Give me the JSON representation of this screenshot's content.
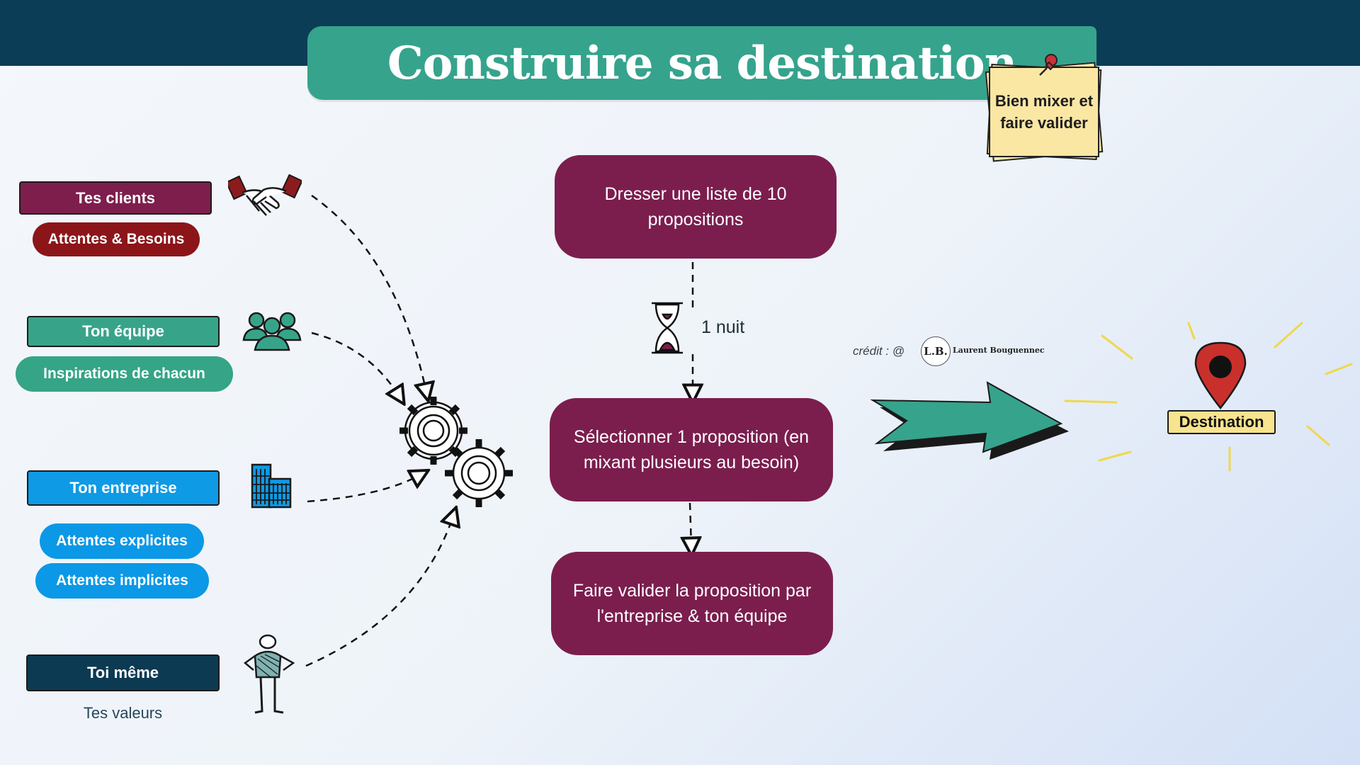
{
  "title": "Construire sa destination",
  "sticky_note": {
    "text": "Bien mixer et faire valider"
  },
  "sources": [
    {
      "label": "Tes clients",
      "sublabels": [
        "Attentes & Besoins"
      ],
      "color": "#7e1e4d",
      "icon": "handshake-icon"
    },
    {
      "label": "Ton équipe",
      "sublabels": [
        "Inspirations de chacun"
      ],
      "color": "#37a489",
      "icon": "team-icon"
    },
    {
      "label": "Ton entreprise",
      "sublabels": [
        "Attentes explicites",
        "Attentes implicites"
      ],
      "color": "#0e9ae5",
      "icon": "building-icon"
    },
    {
      "label": "Toi même",
      "sublabels": [
        "Tes valeurs"
      ],
      "color": "#0c3a52",
      "icon": "person-icon"
    }
  ],
  "process": {
    "steps": [
      "Dresser une liste de 10 propositions",
      "Sélectionner 1 proposition (en mixant plusieurs au besoin)",
      "Faire valider la proposition par l'entreprise & ton équipe"
    ],
    "wait_label": "1 nuit",
    "step_color": "#7b1e4e"
  },
  "credit": {
    "prefix": "crédit : @",
    "logo": "L.B.",
    "author": "Laurent Bouguennec"
  },
  "destination": {
    "label": "Destination",
    "icon": "map-pin-icon"
  },
  "colors": {
    "header": "#0c3d56",
    "banner": "#36a38d",
    "arrow": "#36a38d",
    "pin": "#c9302c",
    "sticky": "#fbe7a4"
  }
}
